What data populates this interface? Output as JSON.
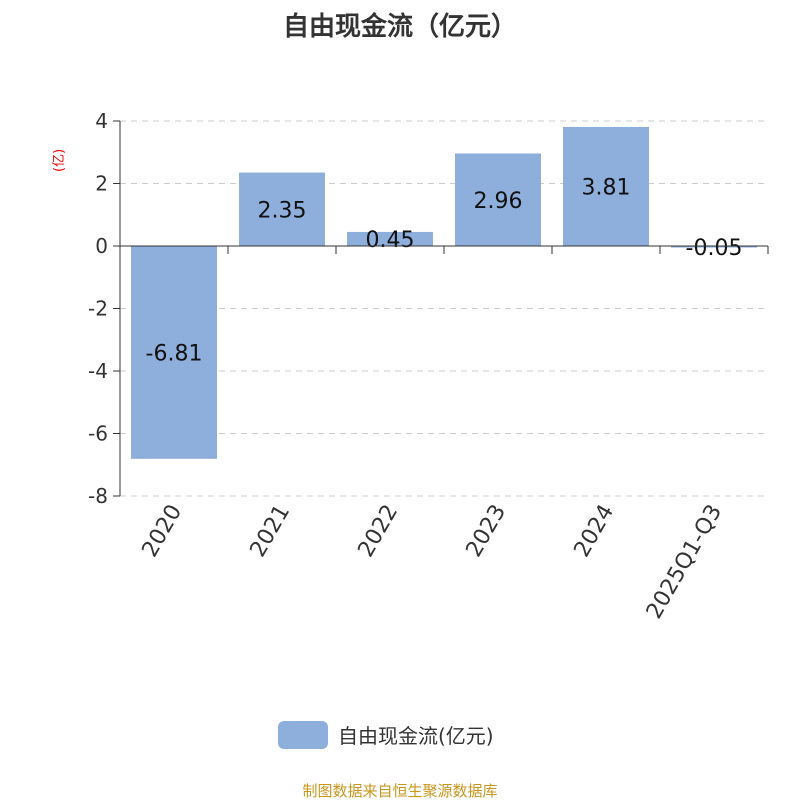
{
  "chart_data": {
    "type": "bar",
    "title": "自由现金流（亿元）",
    "ylabel": "(亿)",
    "categories": [
      "2020",
      "2021",
      "2022",
      "2023",
      "2024",
      "2025Q1-Q3"
    ],
    "values": [
      -6.81,
      2.35,
      0.45,
      2.96,
      3.81,
      -0.05
    ],
    "labels": [
      "-6.81",
      "2.35",
      "0.45",
      "2.96",
      "3.81",
      "-0.05"
    ],
    "ylim": [
      -8,
      4
    ],
    "yticks": [
      4,
      2,
      0,
      -2,
      -4,
      -6,
      -8
    ],
    "grid": true,
    "legend": {
      "label": "自由现金流(亿元)",
      "position": "bottom"
    },
    "color": "#8eaedc"
  },
  "source": "制图数据来自恒生聚源数据库"
}
